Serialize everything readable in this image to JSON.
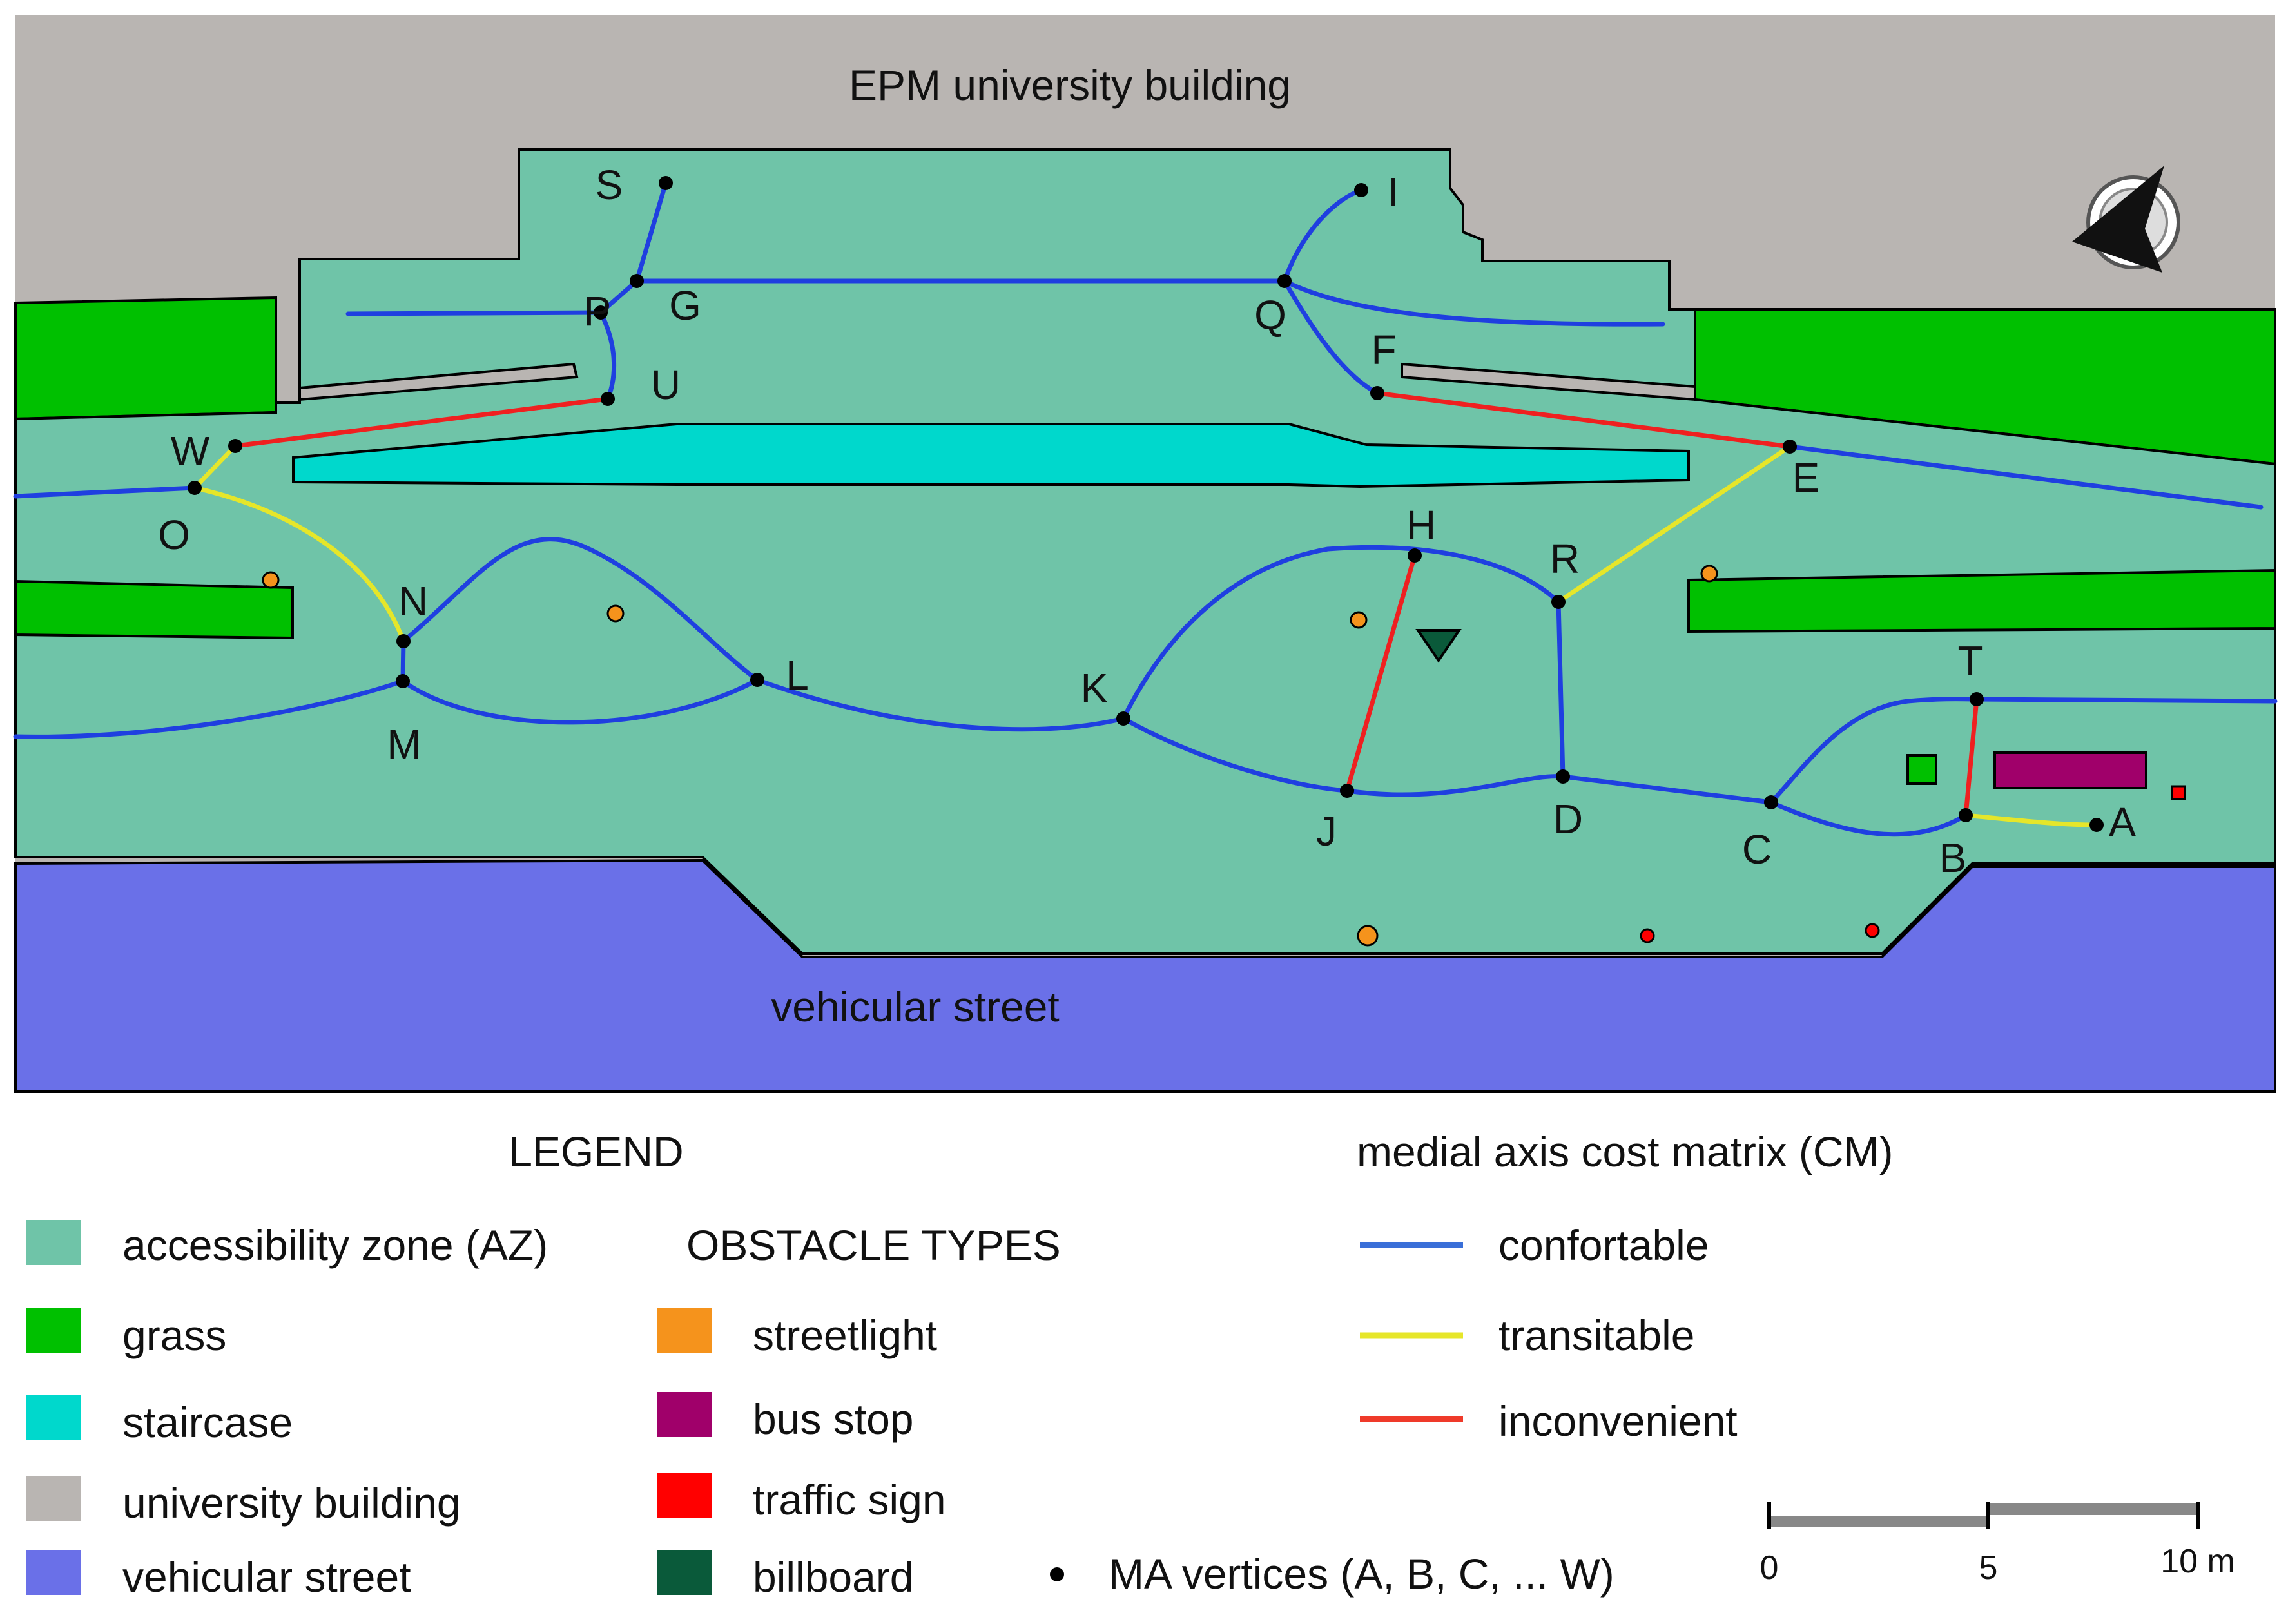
{
  "map": {
    "building_label": "EPM university building",
    "street_label": "vehicular street",
    "colors": {
      "az": "#6fc4a8",
      "grass": "#00c000",
      "staircase": "#00d8cc",
      "building": "#b9b5b2",
      "street": "#6a70e8",
      "streetlight": "#f5931c",
      "bus_stop": "#a0006a",
      "traffic_sign": "#ff0000",
      "billboard": "#0a5a3a",
      "confortable": "#1f3fe0",
      "transitable": "#e6e62a",
      "inconvenient": "#ef2020",
      "vertex": "#000000"
    },
    "vertex_labels": [
      "A",
      "B",
      "C",
      "D",
      "E",
      "F",
      "G",
      "H",
      "I",
      "J",
      "K",
      "L",
      "M",
      "N",
      "O",
      "P",
      "Q",
      "R",
      "S",
      "T",
      "U",
      "W"
    ]
  },
  "legend": {
    "title": "LEGEND",
    "items": [
      {
        "label": "accessibility zone (AZ)",
        "color": "#6fc4a8"
      },
      {
        "label": "grass",
        "color": "#00c000"
      },
      {
        "label": "staircase",
        "color": "#00d8cc"
      },
      {
        "label": "university building",
        "color": "#b9b5b2"
      },
      {
        "label": "vehicular street",
        "color": "#6a70e8"
      }
    ],
    "obstacles_title": "OBSTACLE TYPES",
    "obstacles": [
      {
        "label": "streetlight",
        "color": "#f5931c"
      },
      {
        "label": "bus stop",
        "color": "#a0006a"
      },
      {
        "label": "traffic sign",
        "color": "#ff0000"
      },
      {
        "label": "billboard",
        "color": "#0a5a3a"
      }
    ],
    "vertices_label": "MA vertices (A, B, C, ... W)"
  },
  "cost_matrix": {
    "title": "medial axis cost matrix (CM)",
    "items": [
      {
        "label": "confortable",
        "color": "#3a6fd8"
      },
      {
        "label": "transitable",
        "color": "#e6e62a"
      },
      {
        "label": "inconvenient",
        "color": "#ef3a2a"
      }
    ]
  },
  "scale_bar": {
    "ticks": [
      "0",
      "5",
      "10 m"
    ]
  }
}
